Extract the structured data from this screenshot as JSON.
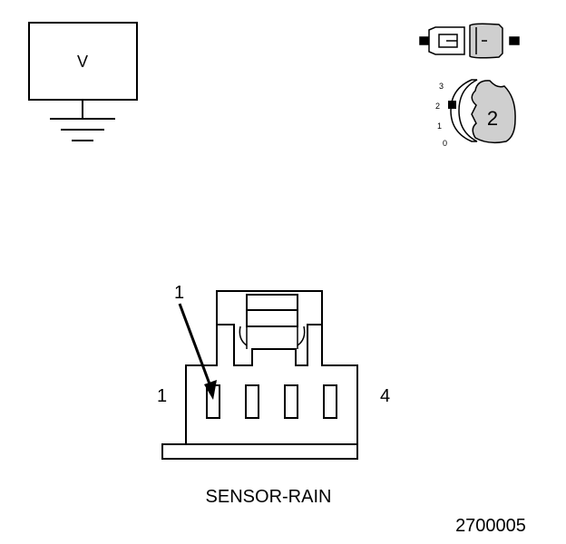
{
  "meter": {
    "symbol": "V"
  },
  "key_position": {
    "scale": [
      "3",
      "2",
      "1",
      "0"
    ],
    "selected": "2"
  },
  "connector": {
    "callout": "1",
    "pin_first": "1",
    "pin_last": "4",
    "name": "SENSOR-RAIN"
  },
  "figure_number": "2700005",
  "colors": {
    "line": "#000000",
    "shade": "#cfcfcf",
    "background": "#ffffff"
  }
}
